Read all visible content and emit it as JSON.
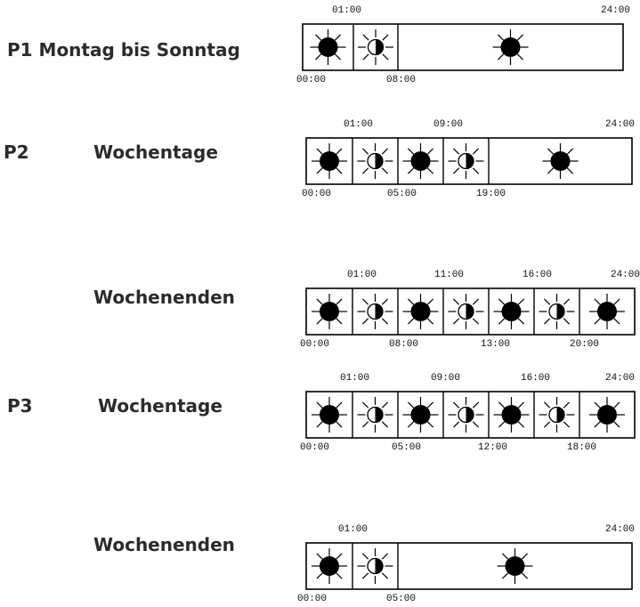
{
  "colors": {
    "ink": "#000000",
    "text": "#2b2b2b"
  },
  "rows": [
    {
      "labels": [
        {
          "text": "P1 Montag bis Sonntag"
        }
      ],
      "intervals": [
        {
          "icon": "sun-full-icon"
        },
        {
          "icon": "sun-half-icon"
        },
        {
          "icon": "sun-full-icon"
        }
      ],
      "times_top": [
        "01:00",
        "24:00"
      ],
      "times_bottom": [
        "00:00",
        "08:00"
      ]
    },
    {
      "labels": [
        {
          "text": "P2"
        },
        {
          "text": "Wochentage"
        }
      ],
      "intervals": [
        {
          "icon": "sun-full-icon"
        },
        {
          "icon": "sun-half-icon"
        },
        {
          "icon": "sun-full-icon"
        },
        {
          "icon": "sun-half-icon"
        },
        {
          "icon": "sun-full-icon"
        }
      ],
      "times_top": [
        "01:00",
        "09:00",
        "24:00"
      ],
      "times_bottom": [
        "00:00",
        "05:00",
        "19:00"
      ]
    },
    {
      "labels": [
        {
          "text": "Wochenenden"
        }
      ],
      "intervals": [
        {
          "icon": "sun-full-icon"
        },
        {
          "icon": "sun-half-icon"
        },
        {
          "icon": "sun-full-icon"
        },
        {
          "icon": "sun-half-icon"
        },
        {
          "icon": "sun-full-icon"
        },
        {
          "icon": "sun-half-icon"
        },
        {
          "icon": "sun-full-icon"
        }
      ],
      "times_top": [
        "01:00",
        "11:00",
        "16:00",
        "24:00"
      ],
      "times_bottom": [
        "00:00",
        "08:00",
        "13:00",
        "20:00"
      ]
    },
    {
      "labels": [
        {
          "text": "P3"
        },
        {
          "text": "Wochentage"
        }
      ],
      "intervals": [
        {
          "icon": "sun-full-icon"
        },
        {
          "icon": "sun-half-icon"
        },
        {
          "icon": "sun-full-icon"
        },
        {
          "icon": "sun-half-icon"
        },
        {
          "icon": "sun-full-icon"
        },
        {
          "icon": "sun-half-icon"
        },
        {
          "icon": "sun-full-icon"
        }
      ],
      "times_top": [
        "01:00",
        "09:00",
        "16:00",
        "24:00"
      ],
      "times_bottom": [
        "00:00",
        "05:00",
        "12:00",
        "18:00"
      ]
    },
    {
      "labels": [
        {
          "text": "Wochenenden"
        }
      ],
      "intervals": [
        {
          "icon": "sun-full-icon"
        },
        {
          "icon": "sun-half-icon"
        },
        {
          "icon": "sun-full-icon"
        }
      ],
      "times_top": [
        "01:00",
        "24:00"
      ],
      "times_bottom": [
        "00:00",
        "05:00"
      ]
    }
  ]
}
